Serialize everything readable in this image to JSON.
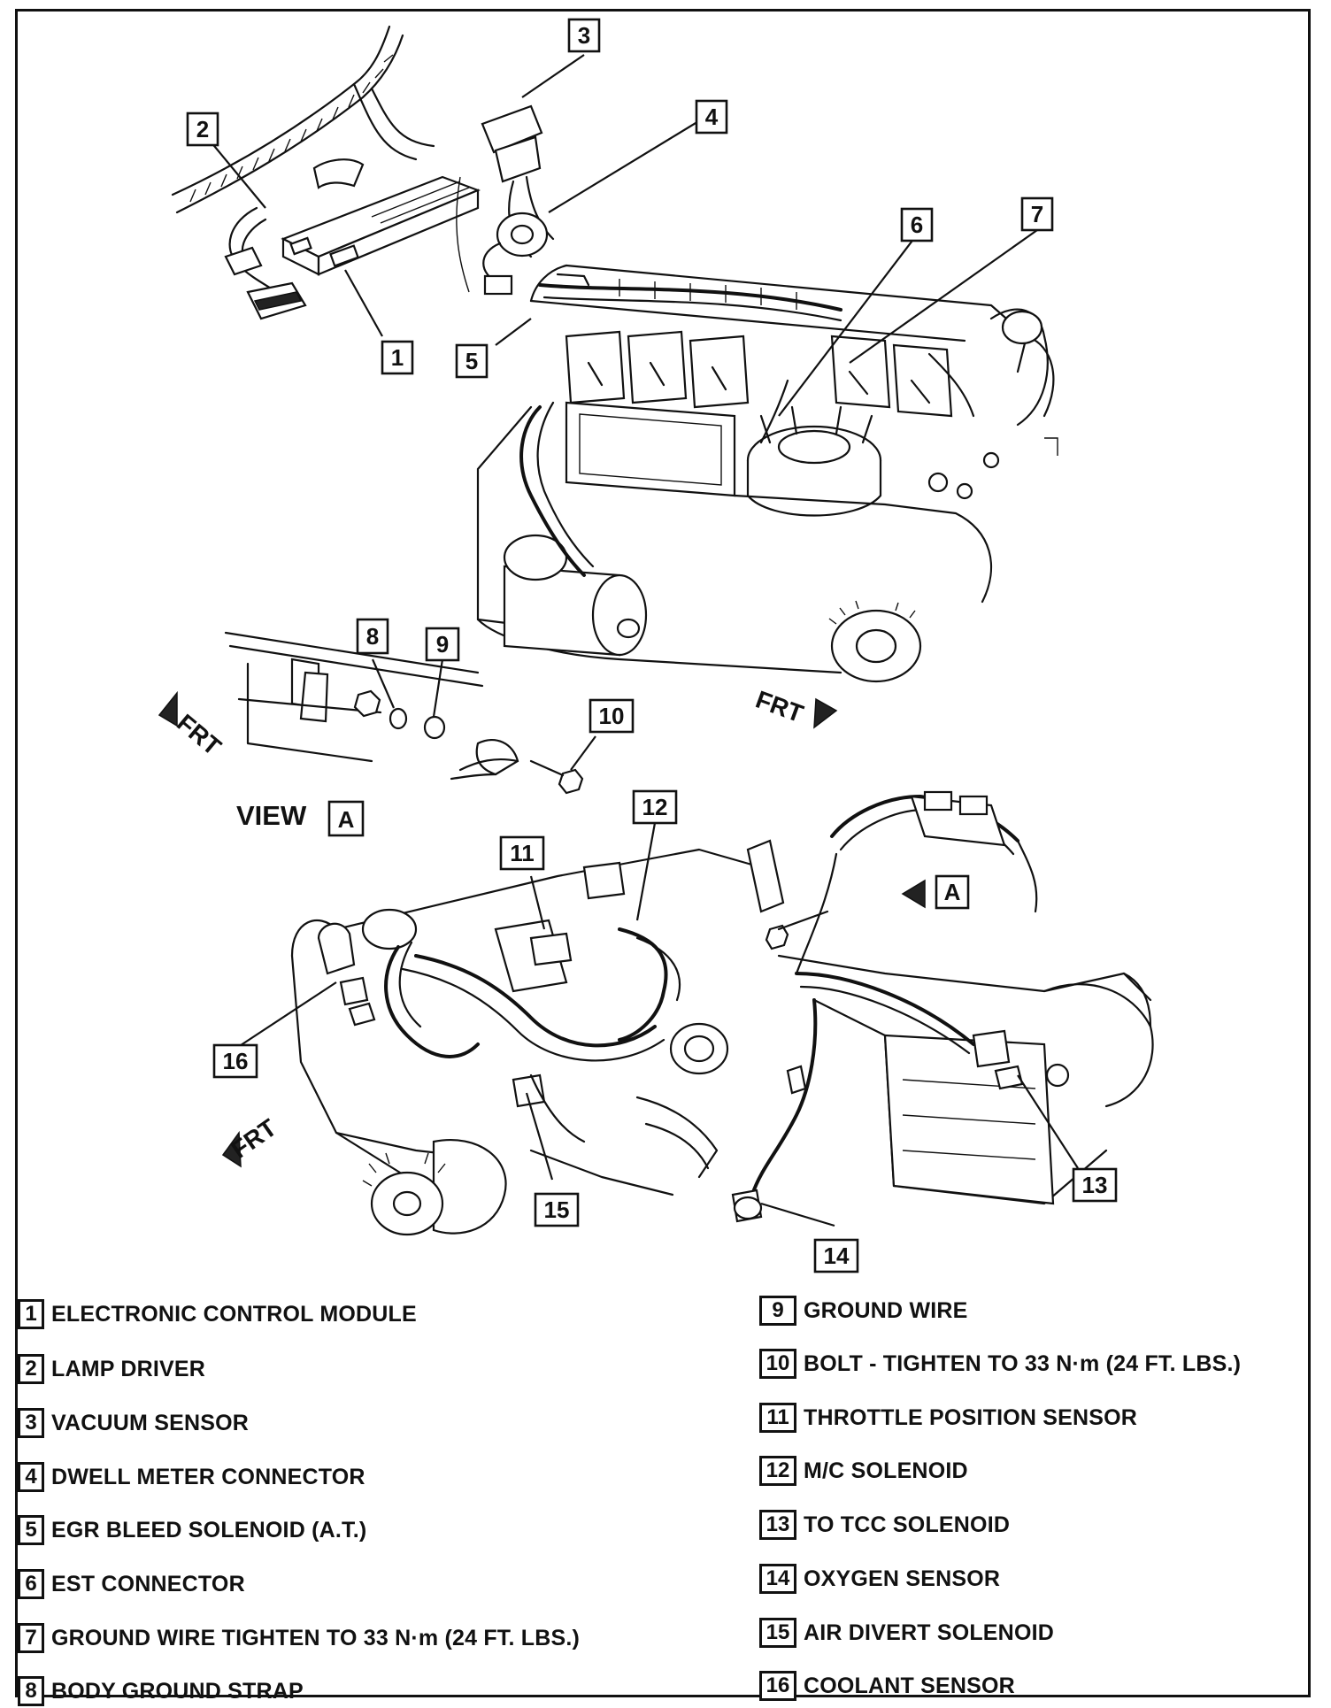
{
  "diagram": {
    "view_label": "VIEW",
    "view_letter": "A",
    "arrow_label": "FRT",
    "callouts": [
      "1",
      "2",
      "3",
      "4",
      "5",
      "6",
      "7",
      "8",
      "9",
      "10",
      "11",
      "12",
      "13",
      "14",
      "15",
      "16"
    ]
  },
  "legend": {
    "left": [
      {
        "num": "1",
        "text": "ELECTRONIC CONTROL MODULE"
      },
      {
        "num": "2",
        "text": "LAMP DRIVER"
      },
      {
        "num": "3",
        "text": "VACUUM SENSOR"
      },
      {
        "num": "4",
        "text": "DWELL METER CONNECTOR"
      },
      {
        "num": "5",
        "text": "EGR BLEED SOLENOID (A.T.)"
      },
      {
        "num": "6",
        "text": "EST CONNECTOR"
      },
      {
        "num": "7",
        "text": "GROUND WIRE TIGHTEN TO 33 N·m (24 FT. LBS.)"
      },
      {
        "num": "8",
        "text": "BODY GROUND STRAP"
      }
    ],
    "right": [
      {
        "num": "9",
        "text": "GROUND WIRE"
      },
      {
        "num": "10",
        "text": "BOLT - TIGHTEN TO 33 N·m (24 FT. LBS.)"
      },
      {
        "num": "11",
        "text": "THROTTLE POSITION SENSOR"
      },
      {
        "num": "12",
        "text": "M/C SOLENOID"
      },
      {
        "num": "13",
        "text": "TO TCC SOLENOID"
      },
      {
        "num": "14",
        "text": "OXYGEN SENSOR"
      },
      {
        "num": "15",
        "text": "AIR DIVERT SOLENOID"
      },
      {
        "num": "16",
        "text": "COOLANT SENSOR"
      }
    ]
  }
}
